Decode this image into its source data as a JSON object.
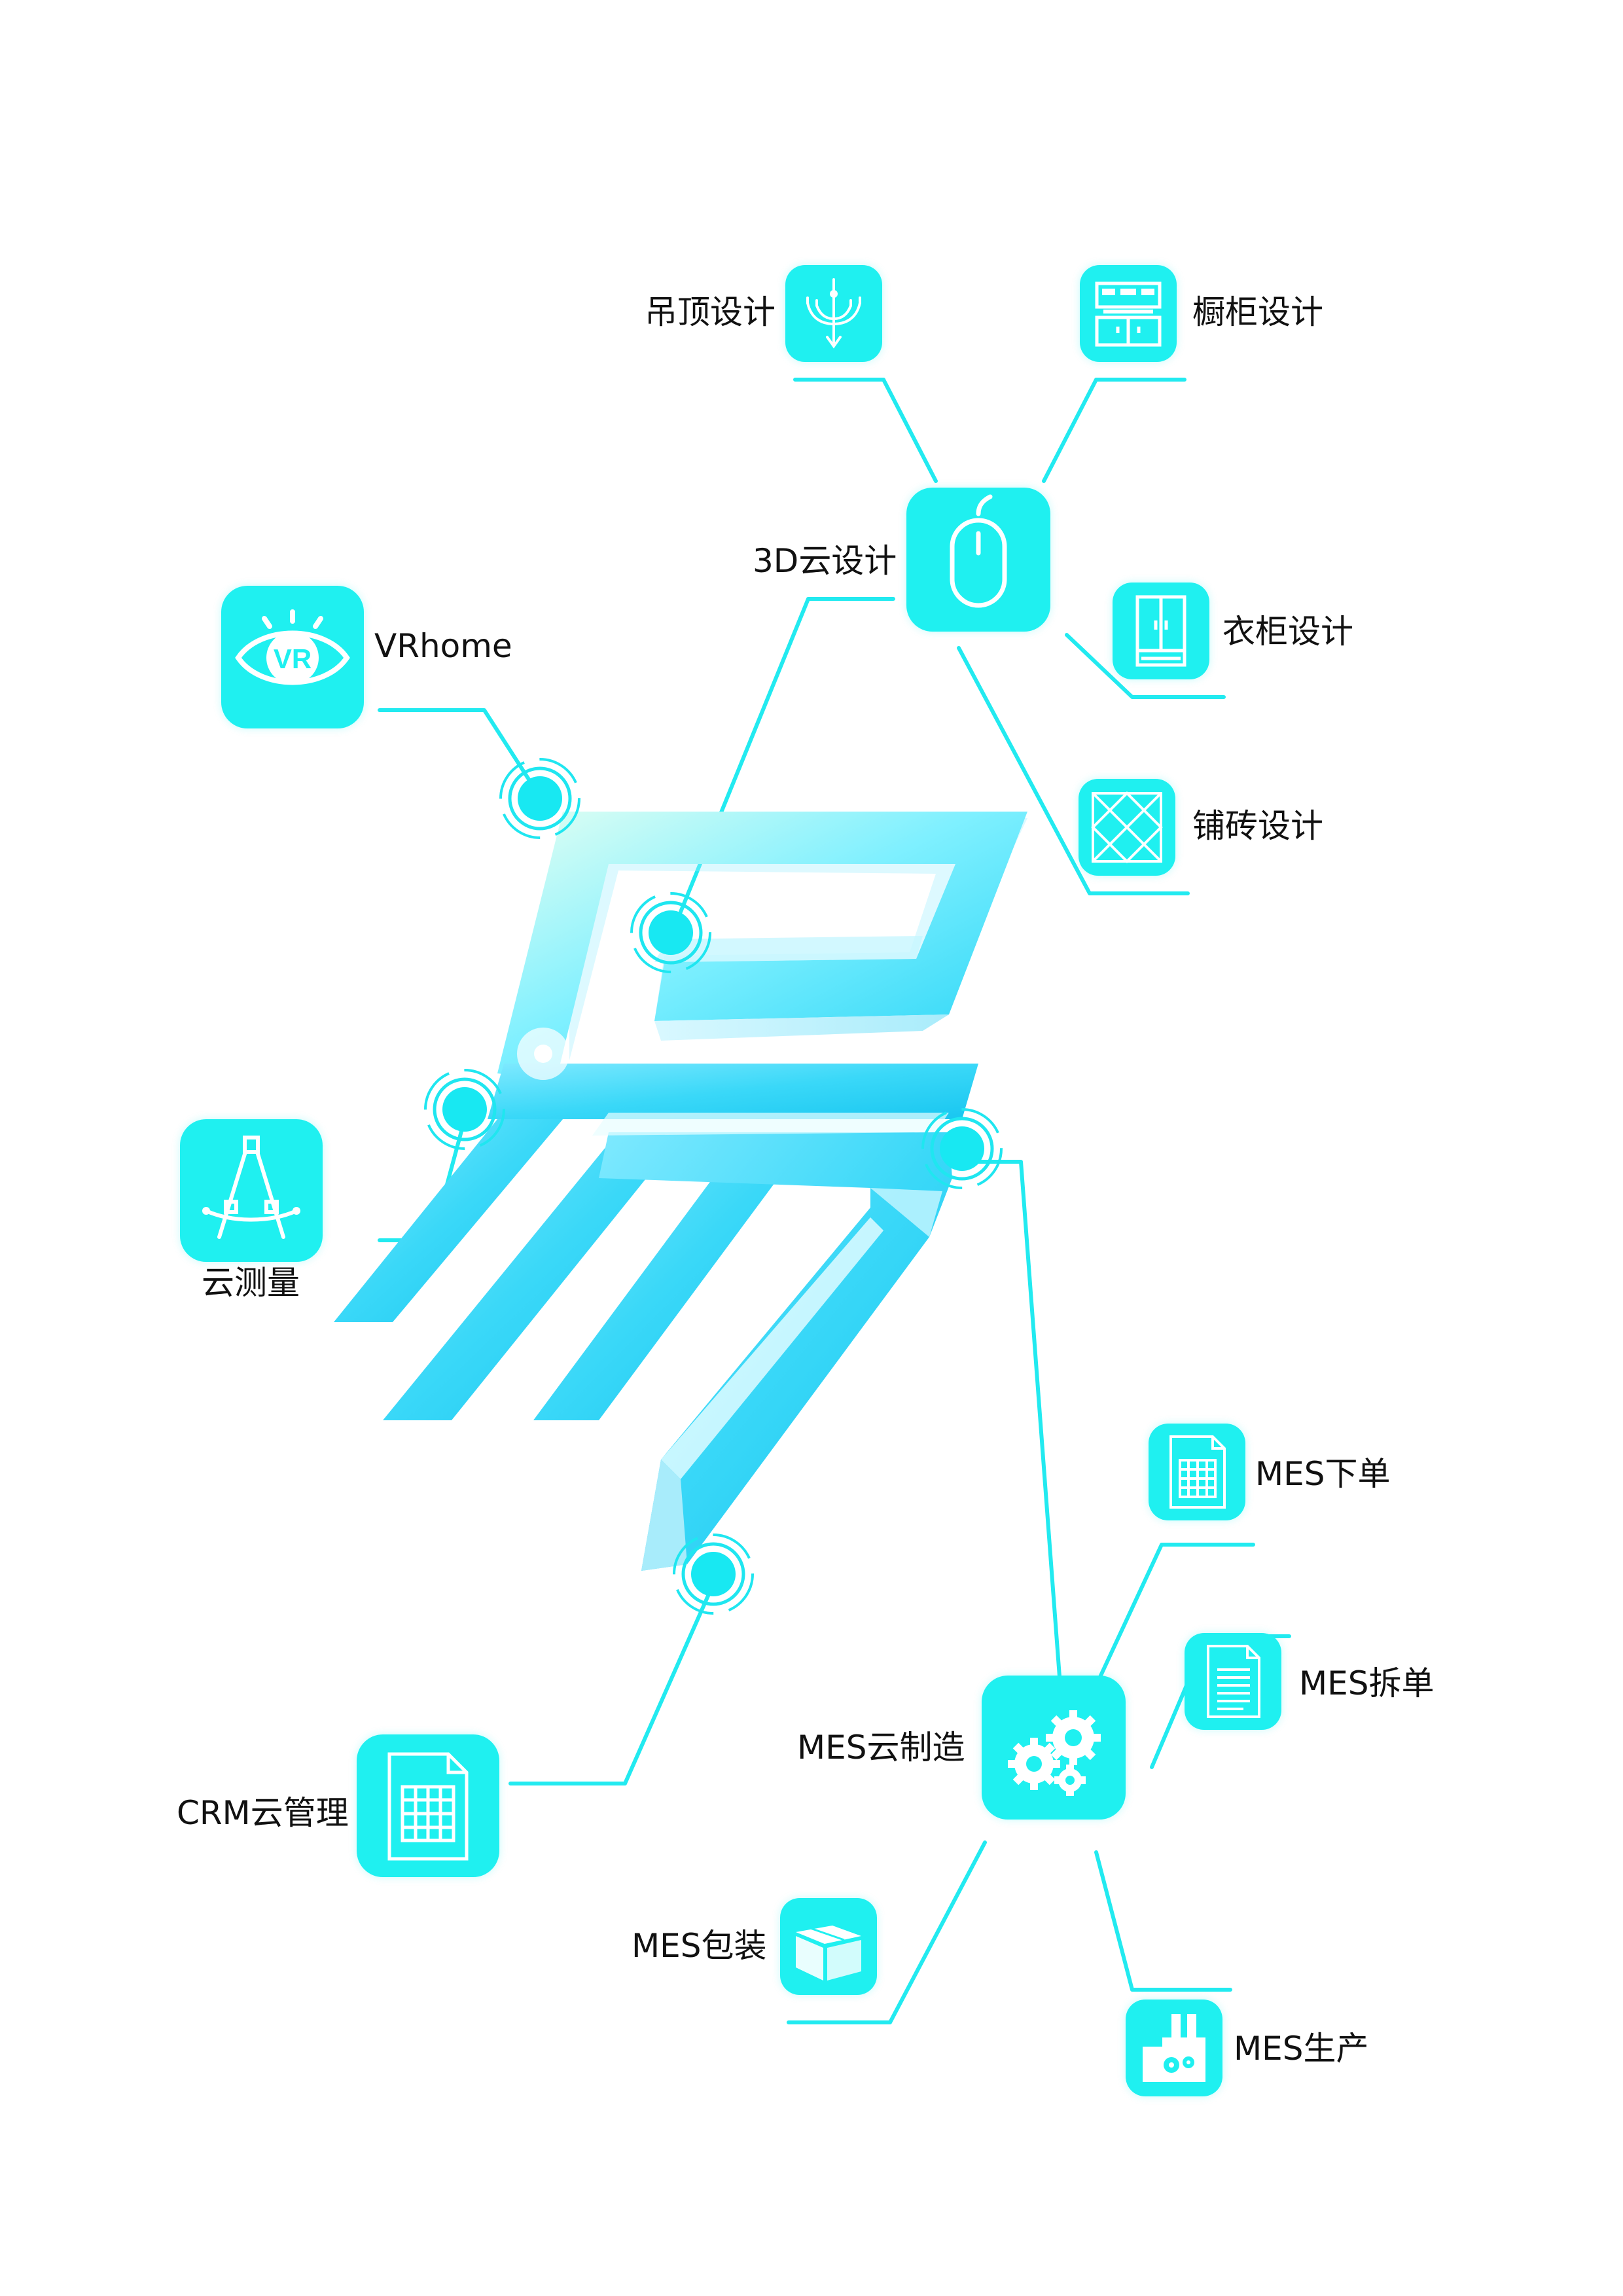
{
  "colors": {
    "accent": "#1ff0f0",
    "line": "#22eaf0",
    "logo_main": "#38d8f8",
    "logo_light": "#bff4ff"
  },
  "nodes": {
    "design_3d": {
      "label": "3D云设计",
      "icon": "mouse-icon"
    },
    "ceiling": {
      "label": "吊顶设计",
      "icon": "chandelier-icon"
    },
    "cabinet": {
      "label": "橱柜设计",
      "icon": "kitchen-cabinet-icon"
    },
    "wardrobe": {
      "label": "衣柜设计",
      "icon": "wardrobe-icon"
    },
    "tile": {
      "label": "铺砖设计",
      "icon": "tile-pattern-icon"
    },
    "vrhome": {
      "label": "VRhome",
      "icon": "vr-eye-icon",
      "icon_text": "VR"
    },
    "measure": {
      "label": "云测量",
      "icon": "compass-icon"
    },
    "crm": {
      "label": "CRM云管理",
      "icon": "grid-document-icon"
    },
    "mes": {
      "label": "MES云制造",
      "icon": "gears-icon"
    },
    "mes_order": {
      "label": "MES下单",
      "icon": "order-sheet-icon"
    },
    "mes_split": {
      "label": "MES拆单",
      "icon": "document-icon"
    },
    "mes_pack": {
      "label": "MES包装",
      "icon": "box-icon"
    },
    "mes_produce": {
      "label": "MES生产",
      "icon": "factory-icon"
    }
  }
}
